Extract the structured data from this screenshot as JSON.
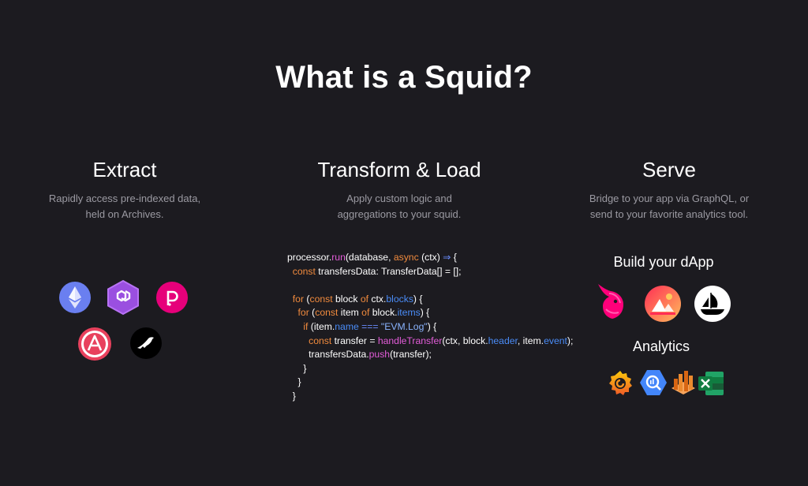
{
  "page": {
    "title": "What is a Squid?"
  },
  "columns": {
    "extract": {
      "heading": "Extract",
      "description_line1": "Rapidly access pre-indexed data,",
      "description_line2": "held on Archives."
    },
    "transform": {
      "heading": "Transform & Load",
      "description_line1": "Apply custom logic and",
      "description_line2": "aggregations to your squid."
    },
    "serve": {
      "heading": "Serve",
      "description_line1": "Bridge to your app via GraphQL, or",
      "description_line2": "send to your favorite analytics tool."
    }
  },
  "code": {
    "l1_obj": "processor.",
    "l1_fn": "run",
    "l1_a": "(database, ",
    "l1_kw": "async",
    "l1_b": " (ctx) ",
    "l1_arrow": "⇒",
    "l1_c": " {",
    "l2_kw": "const",
    "l2_a": " transfersData: TransferData[] = [];",
    "l4_kw1": "for",
    "l4_a": " (",
    "l4_kw2": "const",
    "l4_b": " block ",
    "l4_kw3": "of",
    "l4_c": " ctx.",
    "l4_prop": "blocks",
    "l4_d": ") {",
    "l5_kw1": "for",
    "l5_a": " (",
    "l5_kw2": "const",
    "l5_b": " item ",
    "l5_kw3": "of",
    "l5_c": " block.",
    "l5_prop": "items",
    "l5_d": ") {",
    "l6_kw": "if",
    "l6_a": " (item.",
    "l6_prop": "name",
    "l6_op": " === ",
    "l6_str": "\"EVM.Log\"",
    "l6_b": ") {",
    "l7_kw": "const",
    "l7_a": " transfer = ",
    "l7_fn": "handleTransfer",
    "l7_b": "(ctx, block.",
    "l7_prop1": "header",
    "l7_c": ", item.",
    "l7_prop2": "event",
    "l7_d": ");",
    "l8_a": "transfersData.",
    "l8_fn": "push",
    "l8_b": "(transfer);",
    "brace": "}"
  },
  "serve_section": {
    "dapp_heading": "Build your dApp",
    "analytics_heading": "Analytics"
  },
  "icons": {
    "extract": [
      "ethereum-icon",
      "polygon-icon",
      "polkadot-icon",
      "acala-icon",
      "kusama-icon"
    ],
    "dapp": [
      "uniswap-icon",
      "decentraland-icon",
      "opensea-icon"
    ],
    "analytics": [
      "grafana-icon",
      "bigquery-icon",
      "redshift-icon",
      "excel-icon"
    ]
  },
  "colors": {
    "background": "#1c1b20",
    "muted_text": "#9b9aa2",
    "keyword": "#f08a3d",
    "function": "#e25cd8",
    "property": "#4a8cf7"
  }
}
